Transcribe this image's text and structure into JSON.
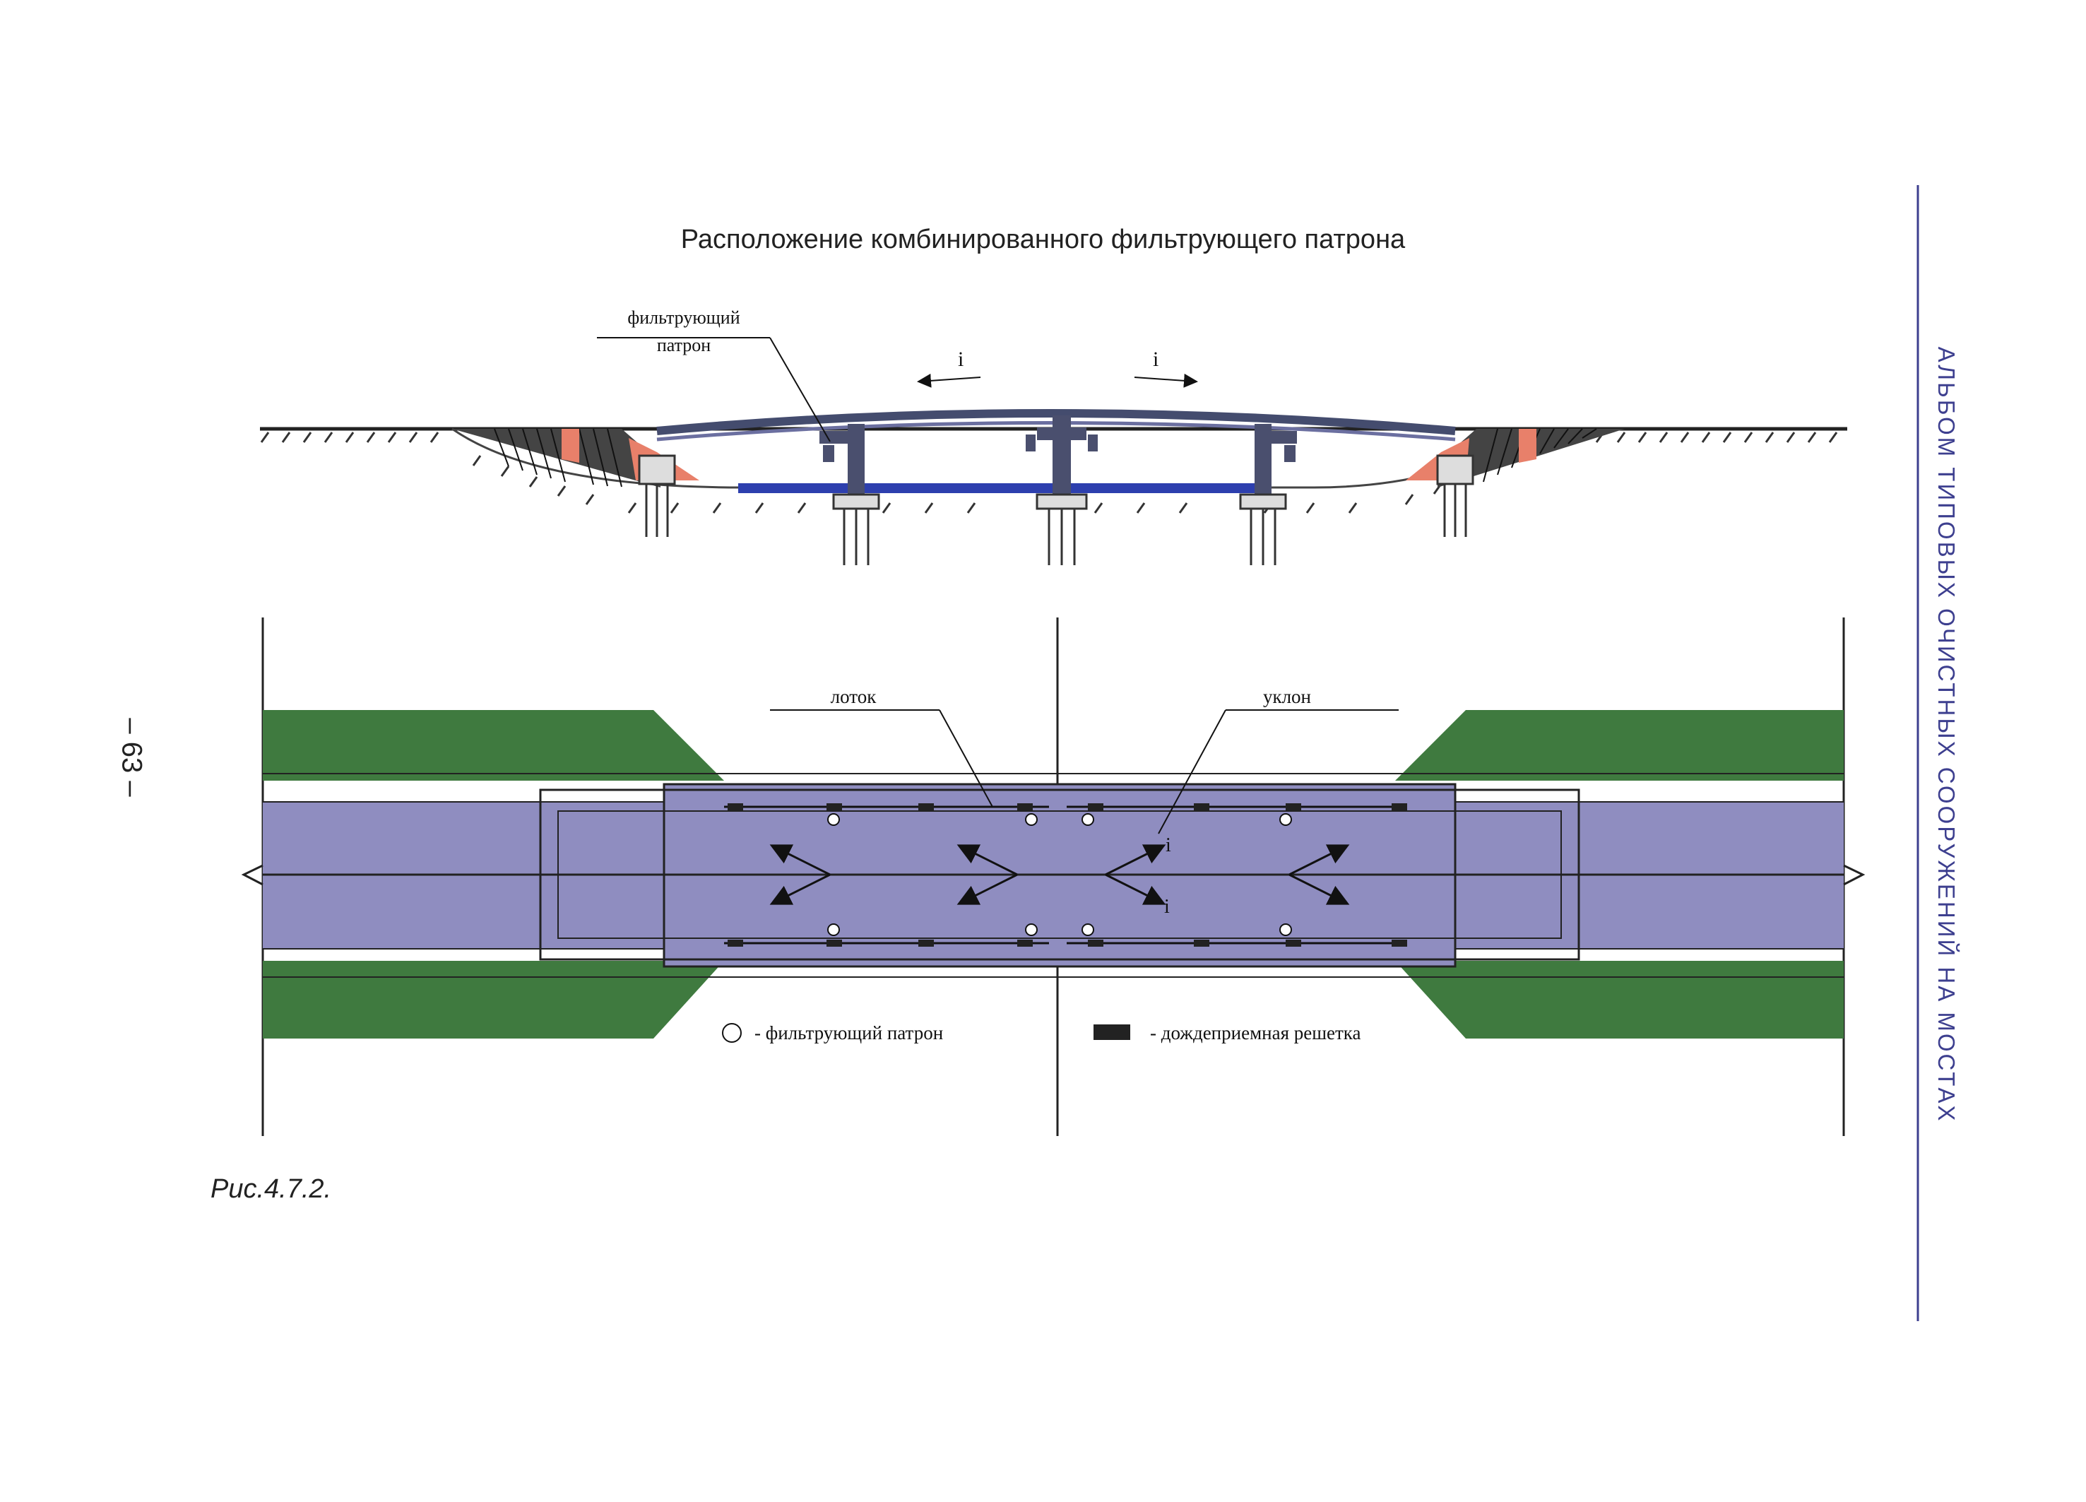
{
  "title": "Расположение комбинированного фильтрующего патрона",
  "side_title": "АЛЬБОМ ТИПОВЫХ ОЧИСТНЫХ СООРУЖЕНИЙ НА МОСТАХ",
  "page_number": "– 63 –",
  "caption": "Рис.4.7.2.",
  "elevation": {
    "callout_line1": "фильтрующий",
    "callout_line2": "патрон",
    "slope_left": "i",
    "slope_right": "i"
  },
  "plan": {
    "callout_tray": "лоток",
    "callout_slope": "уклон",
    "slope_mark_1": "i",
    "slope_mark_2": "i"
  },
  "legend": {
    "filter_label": "- фильтрующий патрон",
    "grate_label": "- дождеприемная решетка"
  },
  "colors": {
    "deck": "#8f8dc0",
    "embankment": "#3f7a3f",
    "water": "#2d3fae",
    "abutment_fill": "#e8806a",
    "side_rule": "#3d3f8f"
  }
}
